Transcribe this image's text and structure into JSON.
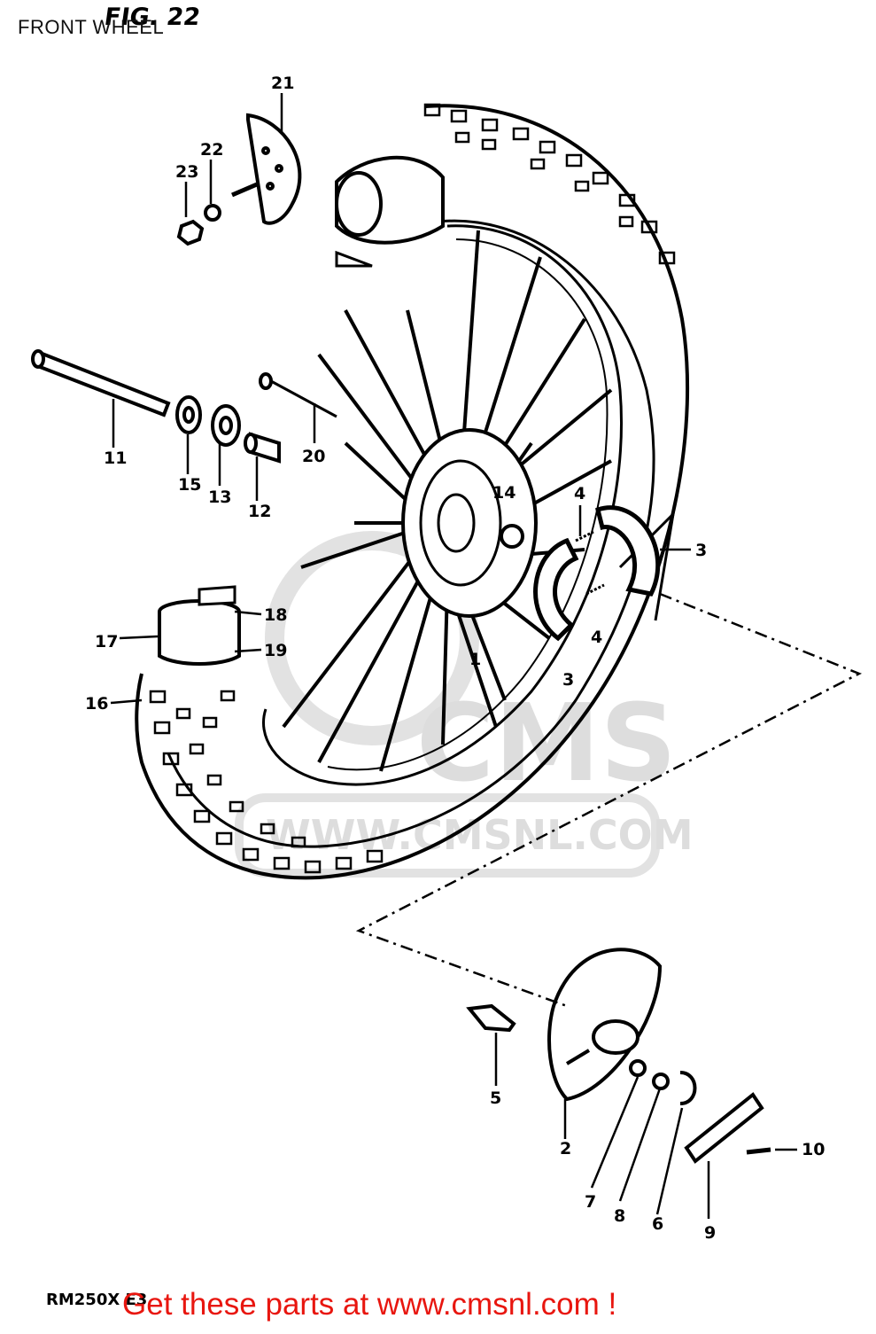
{
  "header": {
    "title": "FRONT WHEEL",
    "figure_label": "FIG. 22"
  },
  "footer": {
    "model_code": "RM250X E3",
    "promo_text": "Get these parts at www.cmsnl.com !",
    "promo_color": "#e8160f"
  },
  "watermark": {
    "brand": "CMS",
    "url": "WWW.CMSNL.COM"
  },
  "callouts": [
    {
      "id": "1",
      "label": "1"
    },
    {
      "id": "2",
      "label": "2"
    },
    {
      "id": "3a",
      "label": "3"
    },
    {
      "id": "3b",
      "label": "3"
    },
    {
      "id": "4a",
      "label": "4"
    },
    {
      "id": "4b",
      "label": "4"
    },
    {
      "id": "5",
      "label": "5"
    },
    {
      "id": "6",
      "label": "6"
    },
    {
      "id": "7",
      "label": "7"
    },
    {
      "id": "8",
      "label": "8"
    },
    {
      "id": "9",
      "label": "9"
    },
    {
      "id": "10",
      "label": "10"
    },
    {
      "id": "11",
      "label": "11"
    },
    {
      "id": "12",
      "label": "12"
    },
    {
      "id": "13",
      "label": "13"
    },
    {
      "id": "14",
      "label": "14"
    },
    {
      "id": "15",
      "label": "15"
    },
    {
      "id": "16",
      "label": "16"
    },
    {
      "id": "17",
      "label": "17"
    },
    {
      "id": "18",
      "label": "18"
    },
    {
      "id": "19",
      "label": "19"
    },
    {
      "id": "20",
      "label": "20"
    },
    {
      "id": "21",
      "label": "21"
    },
    {
      "id": "22",
      "label": "22"
    },
    {
      "id": "23",
      "label": "23"
    }
  ]
}
